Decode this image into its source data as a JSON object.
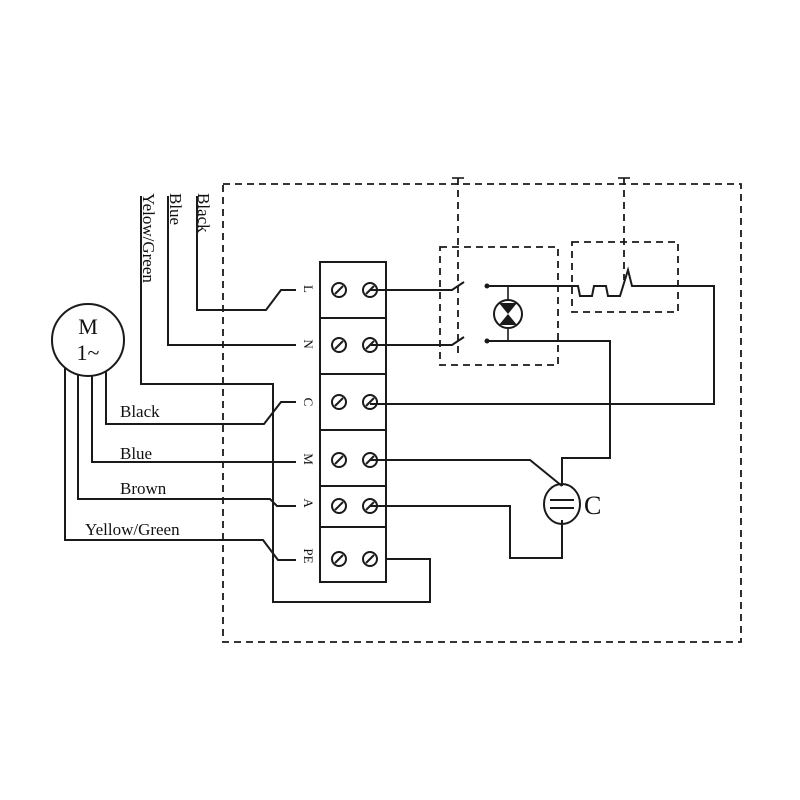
{
  "motor": {
    "line1": "M",
    "line2": "1~"
  },
  "capacitor_label": "C",
  "vertical_wire_labels": [
    "Black",
    "Blue",
    "Yelow/Green"
  ],
  "motor_wire_labels": [
    "Black",
    "Blue",
    "Brown",
    "Yellow/Green"
  ],
  "terminals": [
    "L",
    "N",
    "C",
    "M",
    "A",
    "PE"
  ],
  "colors": {
    "ink": "#1a1a1a",
    "background": "#ffffff"
  }
}
